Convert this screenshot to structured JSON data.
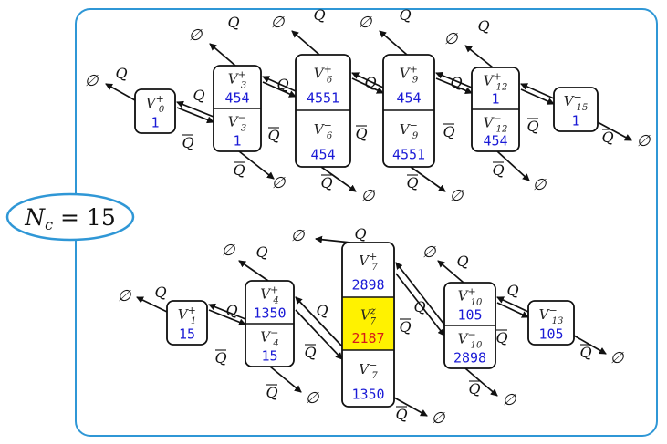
{
  "title": {
    "prefix": "N",
    "sub": "c",
    "rest": " = 15"
  },
  "colors": {
    "frame": "#2f97d6",
    "value": "#1a1ad6",
    "highlight_bg": "#fff200",
    "highlight_value": "#d61a1a",
    "ink": "#111111"
  },
  "symbols": {
    "empty": "∅",
    "q": "Q",
    "qbar": "Q"
  },
  "nodes": {
    "V0p": {
      "base": "V",
      "sub": "0",
      "sup": "+",
      "value": "1"
    },
    "V3p": {
      "base": "V",
      "sub": "3",
      "sup": "+",
      "value": "454"
    },
    "V3m": {
      "base": "V",
      "sub": "3",
      "sup": "−",
      "value": "1"
    },
    "V6p": {
      "base": "V",
      "sub": "6",
      "sup": "+",
      "value": "4551"
    },
    "V6m": {
      "base": "V",
      "sub": "6",
      "sup": "−",
      "value": "454"
    },
    "V9p": {
      "base": "V",
      "sub": "9",
      "sup": "+",
      "value": "454"
    },
    "V9m": {
      "base": "V",
      "sub": "9",
      "sup": "−",
      "value": "4551"
    },
    "V12p": {
      "base": "V",
      "sub": "12",
      "sup": "+",
      "value": "1"
    },
    "V12m": {
      "base": "V",
      "sub": "12",
      "sup": "−",
      "value": "454"
    },
    "V15m": {
      "base": "V",
      "sub": "15",
      "sup": "−",
      "value": "1"
    },
    "V1p": {
      "base": "V",
      "sub": "1",
      "sup": "+",
      "value": "15"
    },
    "V4p": {
      "base": "V",
      "sub": "4",
      "sup": "+",
      "value": "1350"
    },
    "V4m": {
      "base": "V",
      "sub": "4",
      "sup": "−",
      "value": "15"
    },
    "V7p": {
      "base": "V",
      "sub": "7",
      "sup": "+",
      "value": "2898"
    },
    "V7z": {
      "base": "V",
      "sub": "7",
      "sup": "z",
      "value": "2187"
    },
    "V7m": {
      "base": "V",
      "sub": "7",
      "sup": "−",
      "value": "1350"
    },
    "V10p": {
      "base": "V",
      "sub": "10",
      "sup": "+",
      "value": "105"
    },
    "V10m": {
      "base": "V",
      "sub": "10",
      "sup": "−",
      "value": "2898"
    },
    "V13m": {
      "base": "V",
      "sub": "13",
      "sup": "−",
      "value": "105"
    }
  }
}
